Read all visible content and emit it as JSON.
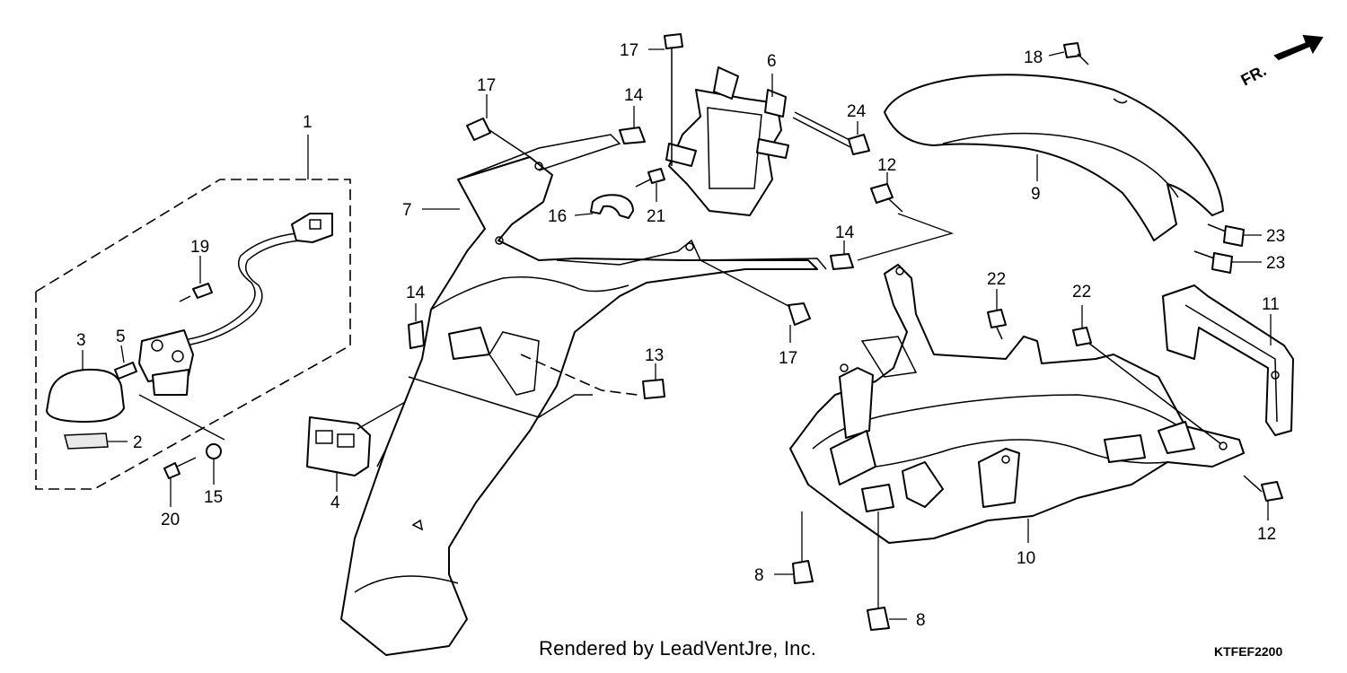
{
  "callouts": {
    "c1": "1",
    "c2": "2",
    "c3": "3",
    "c4": "4",
    "c5": "5",
    "c6": "6",
    "c7": "7",
    "c8a": "8",
    "c8b": "8",
    "c9": "9",
    "c10": "10",
    "c11": "11",
    "c12a": "12",
    "c12b": "12",
    "c13": "13",
    "c14a": "14",
    "c14b": "14",
    "c14c": "14",
    "c15": "15",
    "c16": "16",
    "c17a": "17",
    "c17b": "17",
    "c17c": "17",
    "c18": "18",
    "c19": "19",
    "c20": "20",
    "c21": "21",
    "c22a": "22",
    "c22b": "22",
    "c23a": "23",
    "c23b": "23",
    "c24": "24"
  },
  "direction_marker": "FR.",
  "credit": "Rendered by LeadVentJre, Inc.",
  "diagram_code": "KTFEF2200",
  "icons": [
    "front-direction-arrow-icon"
  ]
}
